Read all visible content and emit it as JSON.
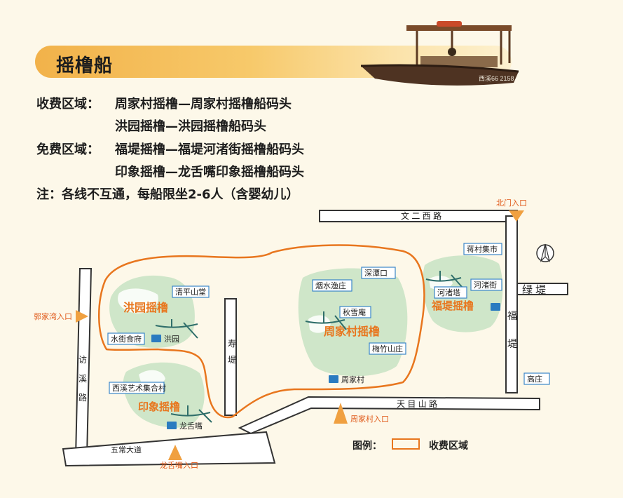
{
  "header": {
    "title": "摇橹船"
  },
  "info": {
    "charged_label": "收费区域：",
    "charged_lines": [
      "周家村摇橹—周家村摇橹船码头",
      "洪园摇橹—洪园摇橹船码头"
    ],
    "free_label": "免费区域：",
    "free_lines": [
      "福堤摇橹—福堤河渚街摇橹船码头",
      "印象摇橹—龙舌嘴印象摇橹船码头"
    ],
    "note": "注：各线不互通，每船限坐2-6人（含婴幼儿）"
  },
  "boat_photo": {
    "hull_text": "西溪66 2158"
  },
  "map": {
    "roads": {
      "wener": "文 二 西 路",
      "lüdi": "绿 堤",
      "fudi": [
        "福",
        "堤"
      ],
      "fangxi": [
        "访",
        "溪",
        "路"
      ],
      "shoudi": [
        "寿",
        "堤"
      ],
      "tianmu": "天 目 山 路",
      "wuchang": "五常大道"
    },
    "zones": {
      "hongyuan": "洪园摇橹",
      "yinxiang": "印象摇橹",
      "zhoujiacun": "周家村摇橹",
      "fudi": "福堤摇橹"
    },
    "places": {
      "qingpingshantang": "清平山堂",
      "shuijieshifu": "水街食府",
      "xixiyishu": "西溪艺术集合村",
      "yanshuiyuzhuang": "烟水渔庄",
      "shentankou": "深潭口",
      "qiuxuean": "秋雪庵",
      "meizhushanzhuang": "梅竹山庄",
      "jiangcunjishi": "蒋村集市",
      "hezhuta": "河渚塔",
      "hezhujie": "河渚街",
      "gaozhuang": "高庄"
    },
    "piers": {
      "hongyuan": "洪园",
      "longshezui": "龙舌嘴",
      "zhoujiacun": "周家村"
    },
    "entrances": {
      "beimen": "北门入口",
      "wujiawan": "郭家湾入口",
      "zhoujiacun": "周家村入口",
      "longshezui": "龙舌嘴入口"
    },
    "legend": {
      "label": "图例：",
      "text": "收费区域"
    }
  },
  "colors": {
    "zone_orange": "#e8761e",
    "entrance_orange": "#e05a1a",
    "zone_green": "#cfe6c9",
    "label_blue": "#3a86c8",
    "banner": "#f2b24a"
  }
}
